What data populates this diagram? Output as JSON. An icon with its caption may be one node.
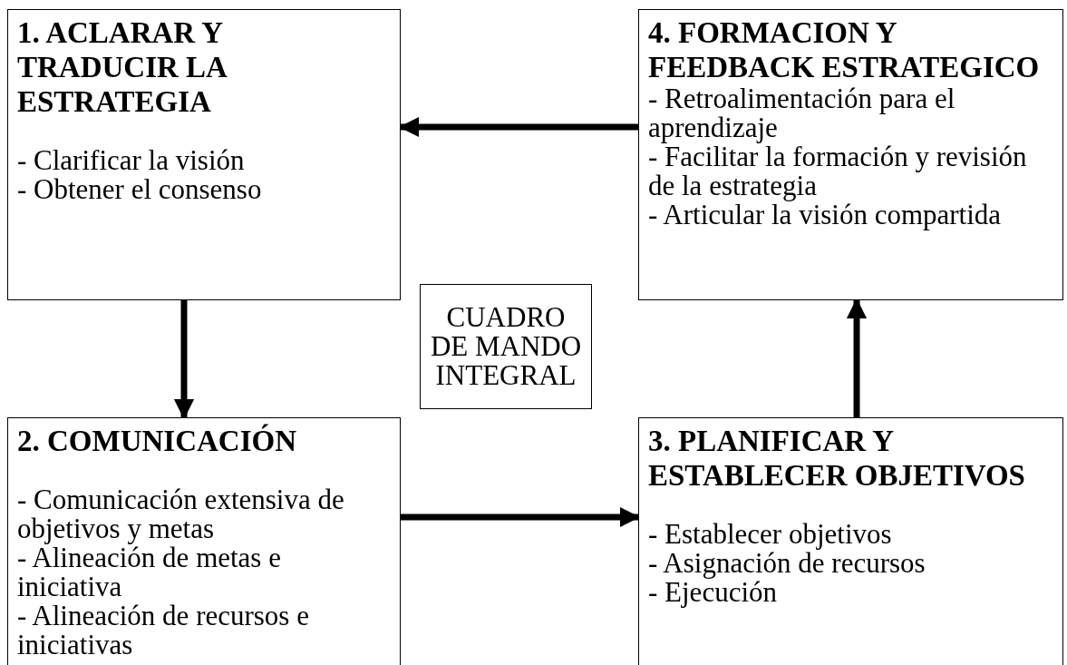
{
  "diagram": {
    "nodes": [
      {
        "text": [
          "1. ACLARAR Y TRADUCIR LA ESTRATEGIA",
          "- Clarificar la visión",
          "- Obtener el consenso"
        ]
      },
      {
        "text": [
          "4. FORMACION Y FEEDBACK ESTRATEGICO",
          "- Retroalimentación para el aprendizaje",
          "- Facilitar la formación y revisión de la estrategia",
          "- Articular la visión compartida"
        ]
      },
      {
        "text": [
          "CUADRO DE MANDO INTEGRAL"
        ]
      },
      {
        "text": [
          "2. COMUNICACIÓN",
          "- Comunicación extensiva de objetivos y metas",
          "- Alineación de metas e iniciativa",
          "- Alineación de recursos e iniciativas"
        ]
      },
      {
        "text": [
          "3. PLANIFICAR Y ESTABLECER OBJETIVOS",
          "- Establecer objetivos",
          "- Asignación de recursos",
          "- Ejecución"
        ]
      }
    ],
    "edges": [
      {
        "from": 1,
        "to": 0,
        "arrow": "to"
      },
      {
        "from": 0,
        "to": 3,
        "arrow": "to"
      },
      {
        "from": 3,
        "to": 4,
        "arrow": "to"
      },
      {
        "from": 4,
        "to": 1,
        "arrow": "to"
      }
    ]
  }
}
